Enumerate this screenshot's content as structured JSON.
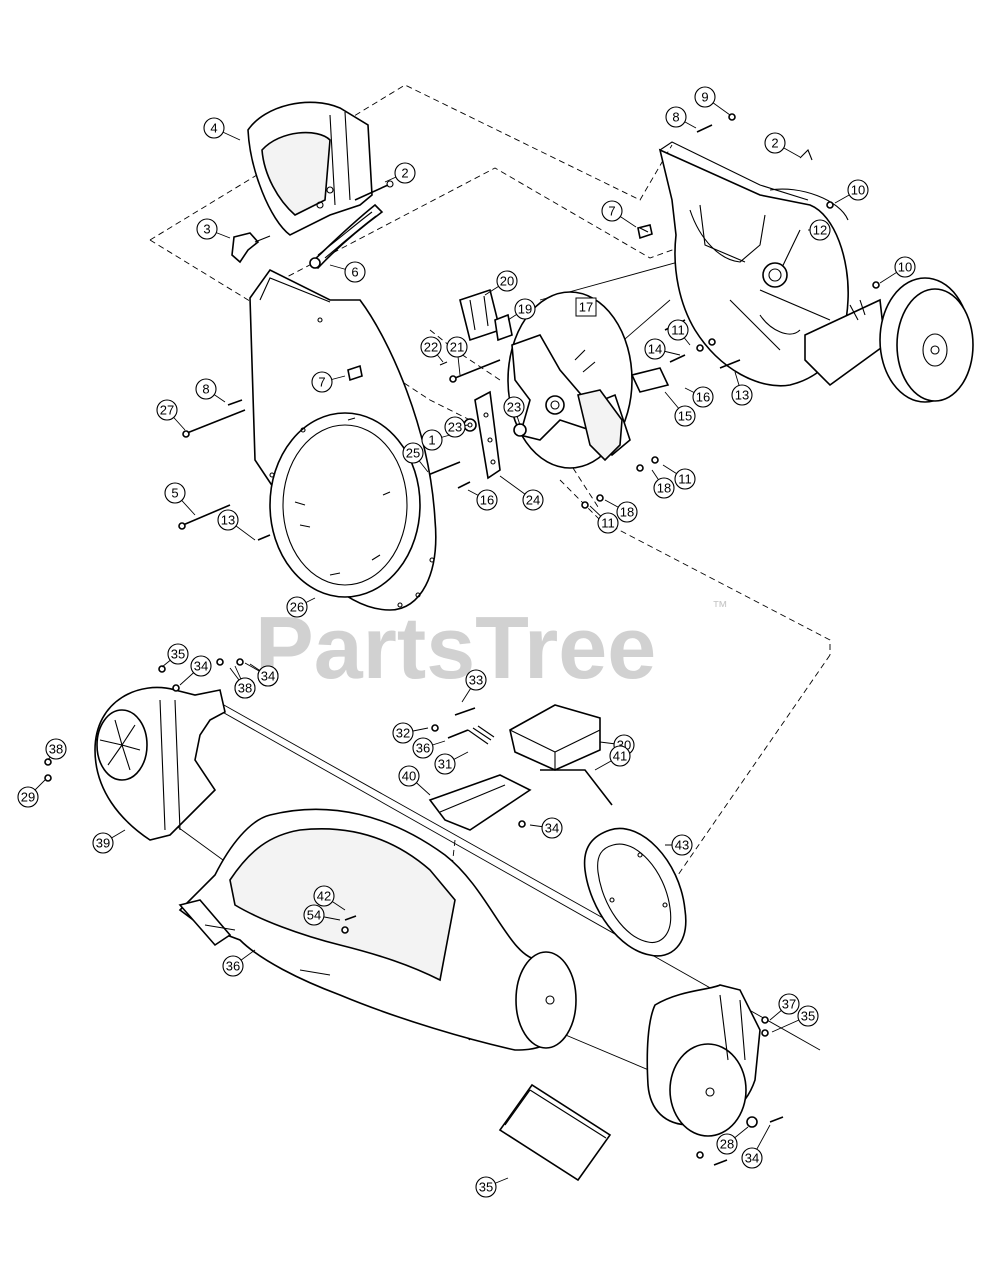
{
  "watermark": {
    "text": "PartsTree",
    "trademark": "™"
  },
  "boxed_label": "17",
  "callouts": [
    "9",
    "8",
    "2",
    "10",
    "7",
    "12",
    "10",
    "4",
    "2",
    "3",
    "6",
    "20",
    "19",
    "22",
    "21",
    "14",
    "11",
    "16",
    "13",
    "15",
    "8",
    "7",
    "27",
    "23",
    "1",
    "23",
    "25",
    "11",
    "18",
    "11",
    "18",
    "16",
    "24",
    "5",
    "13",
    "26",
    "35",
    "34",
    "38",
    "34",
    "33",
    "38",
    "34",
    "32",
    "30",
    "36",
    "31",
    "40",
    "41",
    "39",
    "38",
    "29",
    "34",
    "43",
    "42",
    "54",
    "36",
    "37",
    "35",
    "28",
    "34",
    "35"
  ]
}
